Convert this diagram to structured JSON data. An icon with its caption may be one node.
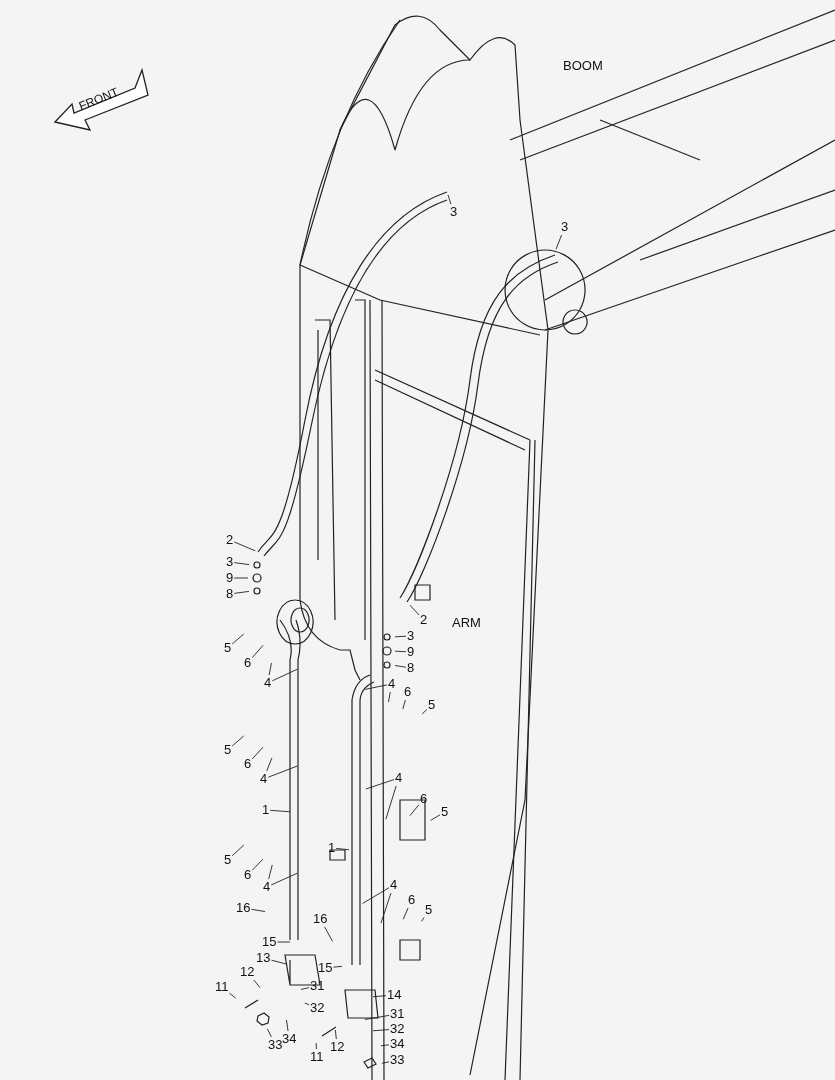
{
  "diagram": {
    "nodes": [
      {
        "text": [
          "3"
        ]
      },
      {
        "text": [
          "3"
        ]
      },
      {
        "text": [
          "2"
        ]
      },
      {
        "text": [
          "3"
        ]
      },
      {
        "text": [
          "9"
        ]
      },
      {
        "text": [
          "8"
        ]
      },
      {
        "text": [
          "2"
        ]
      },
      {
        "text": [
          "5"
        ]
      },
      {
        "text": [
          "6"
        ]
      },
      {
        "text": [
          "3"
        ]
      },
      {
        "text": [
          "9"
        ]
      },
      {
        "text": [
          "8"
        ]
      },
      {
        "text": [
          "4"
        ]
      },
      {
        "text": [
          "4"
        ]
      },
      {
        "text": [
          "6"
        ]
      },
      {
        "text": [
          "5"
        ]
      },
      {
        "text": [
          "5"
        ]
      },
      {
        "text": [
          "6"
        ]
      },
      {
        "text": [
          "4"
        ]
      },
      {
        "text": [
          "4"
        ]
      },
      {
        "text": [
          "6"
        ]
      },
      {
        "text": [
          "5"
        ]
      },
      {
        "text": [
          "1"
        ]
      },
      {
        "text": [
          "1"
        ]
      },
      {
        "text": [
          "5"
        ]
      },
      {
        "text": [
          "6"
        ]
      },
      {
        "text": [
          "4"
        ]
      },
      {
        "text": [
          "4"
        ]
      },
      {
        "text": [
          "6"
        ]
      },
      {
        "text": [
          "5"
        ]
      },
      {
        "text": [
          "16"
        ]
      },
      {
        "text": [
          "16"
        ]
      },
      {
        "text": [
          "15"
        ]
      },
      {
        "text": [
          "13"
        ]
      },
      {
        "text": [
          "15"
        ]
      },
      {
        "text": [
          "14"
        ]
      },
      {
        "text": [
          "12"
        ]
      },
      {
        "text": [
          "11"
        ]
      },
      {
        "text": [
          "31"
        ]
      },
      {
        "text": [
          "32"
        ]
      },
      {
        "text": [
          "34"
        ]
      },
      {
        "text": [
          "33"
        ]
      },
      {
        "text": [
          "31"
        ]
      },
      {
        "text": [
          "32"
        ]
      },
      {
        "text": [
          "34"
        ]
      },
      {
        "text": [
          "11"
        ]
      },
      {
        "text": [
          "12"
        ]
      },
      {
        "text": [
          "33"
        ]
      }
    ],
    "edges": [
      {
        "from": 0,
        "to": null,
        "arrow": "none"
      },
      {
        "from": 1,
        "to": null,
        "arrow": "none"
      },
      {
        "from": 2,
        "to": null,
        "arrow": "none"
      },
      {
        "from": 3,
        "to": null,
        "arrow": "none"
      },
      {
        "from": 4,
        "to": null,
        "arrow": "none"
      },
      {
        "from": 5,
        "to": null,
        "arrow": "none"
      },
      {
        "from": 6,
        "to": null,
        "arrow": "none"
      },
      {
        "from": 7,
        "to": null,
        "arrow": "none"
      },
      {
        "from": 8,
        "to": null,
        "arrow": "none"
      },
      {
        "from": 9,
        "to": null,
        "arrow": "none"
      },
      {
        "from": 10,
        "to": null,
        "arrow": "none"
      },
      {
        "from": 11,
        "to": null,
        "arrow": "none"
      },
      {
        "from": 12,
        "to": null,
        "arrow": "none"
      },
      {
        "from": 12,
        "to": null,
        "arrow": "none"
      },
      {
        "from": 13,
        "to": null,
        "arrow": "none"
      },
      {
        "from": 13,
        "to": null,
        "arrow": "none"
      },
      {
        "from": 14,
        "to": null,
        "arrow": "none"
      },
      {
        "from": 15,
        "to": null,
        "arrow": "none"
      },
      {
        "from": 16,
        "to": null,
        "arrow": "none"
      },
      {
        "from": 17,
        "to": null,
        "arrow": "none"
      },
      {
        "from": 18,
        "to": null,
        "arrow": "none"
      },
      {
        "from": 18,
        "to": null,
        "arrow": "none"
      },
      {
        "from": 19,
        "to": null,
        "arrow": "none"
      },
      {
        "from": 19,
        "to": null,
        "arrow": "none"
      },
      {
        "from": 20,
        "to": null,
        "arrow": "none"
      },
      {
        "from": 21,
        "to": null,
        "arrow": "none"
      },
      {
        "from": 22,
        "to": null,
        "arrow": "none"
      },
      {
        "from": 23,
        "to": null,
        "arrow": "none"
      },
      {
        "from": 24,
        "to": null,
        "arrow": "none"
      },
      {
        "from": 25,
        "to": null,
        "arrow": "none"
      },
      {
        "from": 26,
        "to": null,
        "arrow": "none"
      },
      {
        "from": 26,
        "to": null,
        "arrow": "none"
      },
      {
        "from": 27,
        "to": null,
        "arrow": "none"
      },
      {
        "from": 27,
        "to": null,
        "arrow": "none"
      },
      {
        "from": 28,
        "to": null,
        "arrow": "none"
      },
      {
        "from": 29,
        "to": null,
        "arrow": "none"
      },
      {
        "from": 30,
        "to": null,
        "arrow": "none"
      },
      {
        "from": 31,
        "to": null,
        "arrow": "none"
      },
      {
        "from": 32,
        "to": null,
        "arrow": "none"
      },
      {
        "from": 33,
        "to": null,
        "arrow": "none"
      },
      {
        "from": 34,
        "to": null,
        "arrow": "none"
      },
      {
        "from": 35,
        "to": null,
        "arrow": "none"
      },
      {
        "from": 36,
        "to": null,
        "arrow": "none"
      },
      {
        "from": 37,
        "to": null,
        "arrow": "none"
      },
      {
        "from": 38,
        "to": null,
        "arrow": "none"
      },
      {
        "from": 39,
        "to": null,
        "arrow": "none"
      },
      {
        "from": 40,
        "to": null,
        "arrow": "none"
      },
      {
        "from": 41,
        "to": null,
        "arrow": "none"
      },
      {
        "from": 42,
        "to": null,
        "arrow": "none"
      },
      {
        "from": 43,
        "to": null,
        "arrow": "none"
      },
      {
        "from": 44,
        "to": null,
        "arrow": "none"
      },
      {
        "from": 45,
        "to": null,
        "arrow": "none"
      },
      {
        "from": 46,
        "to": null,
        "arrow": "none"
      },
      {
        "from": 47,
        "to": null,
        "arrow": "none"
      }
    ],
    "labels": [
      "FRONT",
      "BOOM",
      "ARM"
    ]
  }
}
